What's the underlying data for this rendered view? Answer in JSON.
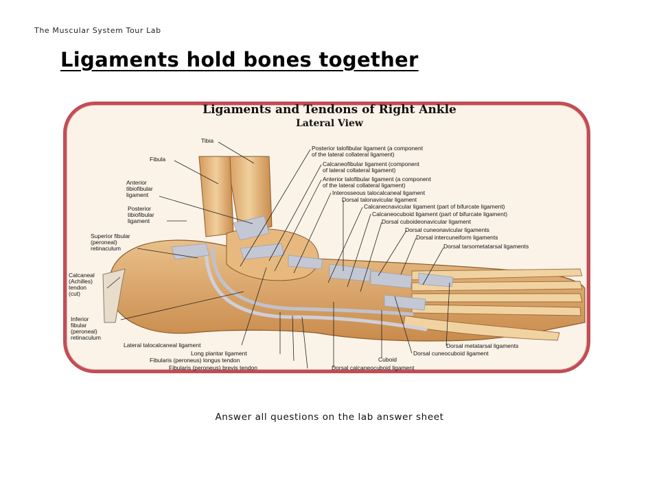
{
  "header": {
    "lab_title": "The Muscular System Tour Lab",
    "heading": "Ligaments hold bones together"
  },
  "figure": {
    "title": "Ligaments and Tendons of Right Ankle",
    "subtitle": "Lateral View",
    "frame_color": "#c24d55",
    "labels": {
      "tibia": "Tibia",
      "fibula": "Fibula",
      "ant_tibiofibular": "Anterior\ntibiofibular\nligament",
      "post_tibiofibular": "Posterior\ntibiofibular\nligament",
      "sup_fibular_ret": "Superior fibular\n(peroneal)\nretinaculum",
      "calcaneal_tendon": "Calcaneal\n(Achilles)\ntendon\n(cut)",
      "inf_fibular_ret": "Inferior\nfibular\n(peroneal)\nretinaculum",
      "post_talofibular": "Posterior talofibular ligament (a component\nof the lateral collateral ligament)",
      "calcaneofibular": "Calcaneofibular ligament (component\nof lateral collateral ligament)",
      "ant_talofibular": "Anterior talofibular ligament (a component\nof the lateral collateral ligament)",
      "interosseous": "Interosseous talocalcaneal ligament",
      "dorsal_talonavicular": "Dorsal talonavicular ligament",
      "calcaneonavicular": "Calcanecnavicular ligament (part of bifurcate ligament)",
      "calcaneocuboid": "Calcaneocuboid ligament (part of bifurcate ligament)",
      "dorsal_cuboideonavicular": "Dorsal cuboideonavicular ligament",
      "dorsal_cuneonavicular": "Dorsal cuneonavicular ligaments",
      "dorsal_intercuneiform": "Dorsal intercuneiform ligaments",
      "dorsal_tarsometatarsal": "Dorsal tarsometatarsal ligaments",
      "lateral_talocalcaneal": "Lateral talocalcaneal ligament",
      "long_plantar": "Long plantar ligament",
      "fibularis_longus": "Fibularis (peroneus) longus tendon",
      "fibularis_brevis": "Fibularis (peroneus) brevis tendon",
      "cuboid": "Cuboid",
      "dorsal_calcaneocuboid": "Dorsal calcaneocuboid ligament",
      "dorsal_metatarsal": "Dorsal metatarsal ligaments",
      "dorsal_cuneocuboid": "Dorsal cuneocuboid ligament"
    }
  },
  "footer": {
    "instruction": "Answer all questions on the lab answer sheet"
  }
}
